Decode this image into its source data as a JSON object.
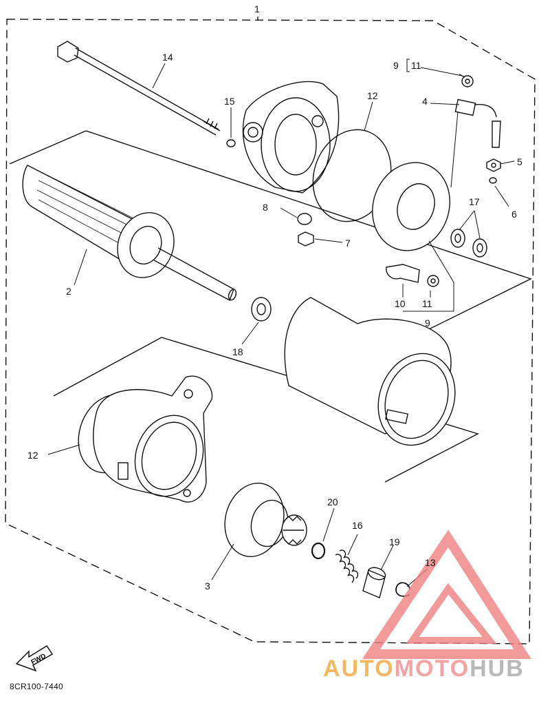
{
  "diagram": {
    "drawing_code": "8CR100-7440",
    "fwd_label": "FWD",
    "callouts": {
      "c1": "1",
      "c2": "2",
      "c3": "3",
      "c4": "4",
      "c5": "5",
      "c6": "6",
      "c7": "7",
      "c8": "8",
      "c9a": "9",
      "c9b": "9",
      "c10": "10",
      "c11a": "11",
      "c11b": "11",
      "c12a": "12",
      "c12b": "12",
      "c13": "13",
      "c14": "14",
      "c15": "15",
      "c16": "16",
      "c17": "17",
      "c18": "18",
      "c19": "19",
      "c20": "20"
    }
  },
  "watermark": {
    "part1": "AUTO",
    "part2": "MOTO",
    "part3": "HUB"
  },
  "colors": {
    "line": "#111111",
    "watermark_red": "#f08080",
    "watermark_orange": "#f4b860",
    "watermark_gray": "#b9b9b9"
  }
}
